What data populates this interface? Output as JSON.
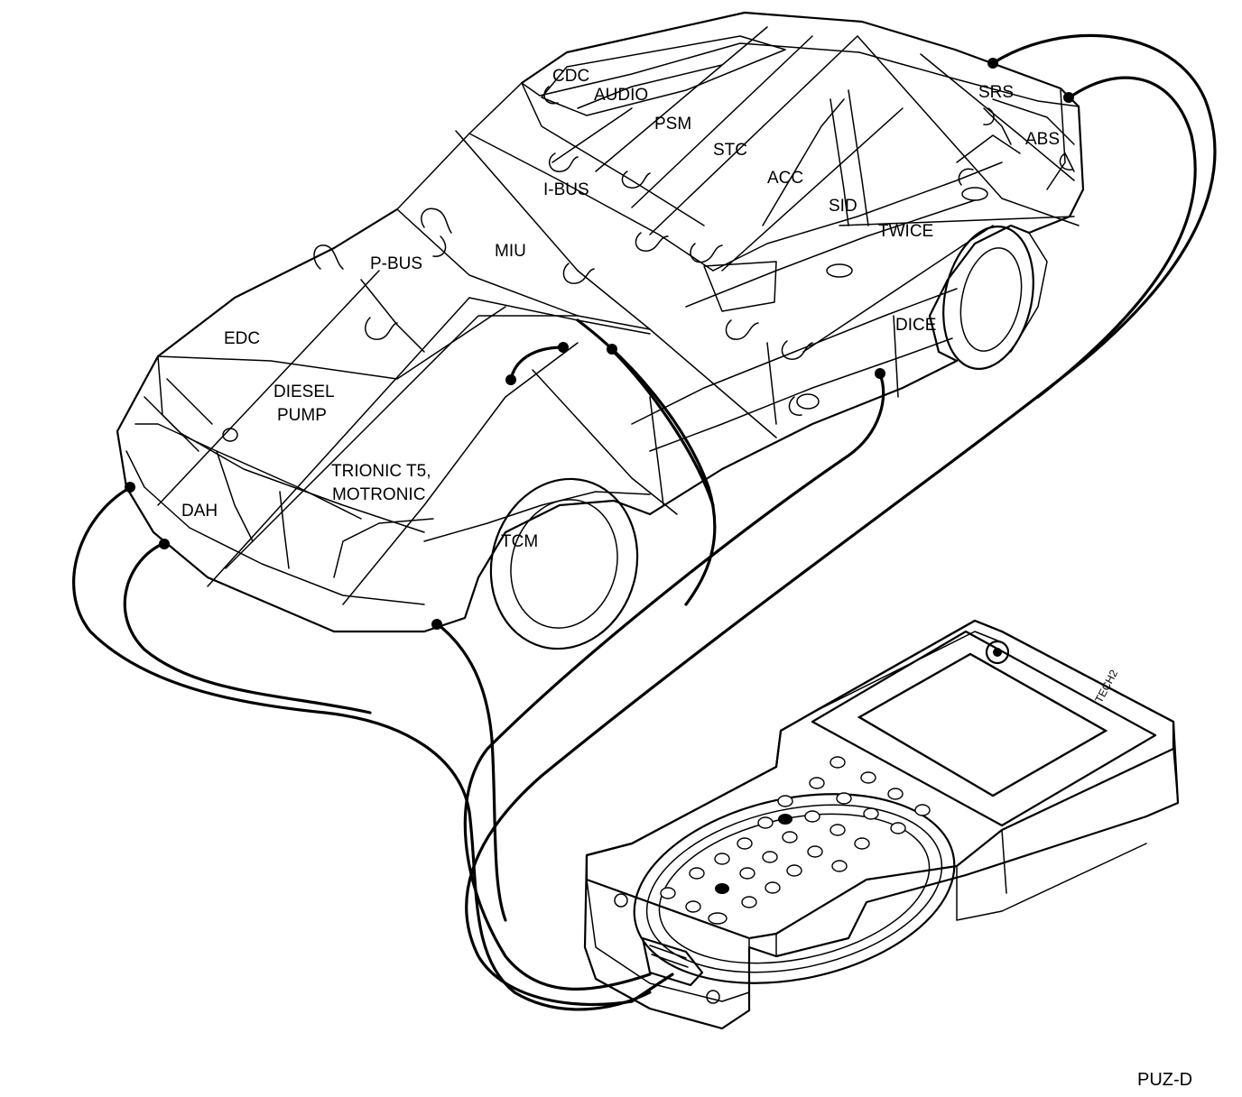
{
  "labels": {
    "cdc": "CDC",
    "audio": "AUDIO",
    "psm": "PSM",
    "srs": "SRS",
    "abs": "ABS",
    "stc": "STC",
    "acc": "ACC",
    "ibus": "I-BUS",
    "sid": "SID",
    "twice": "TWICE",
    "pbus": "P-BUS",
    "miu": "MIU",
    "edc": "EDC",
    "dice": "DICE",
    "diesel": "DIESEL",
    "pump": "PUMP",
    "trionic": "TRIONIC T5,",
    "motronic": "MOTRONIC",
    "dah": "DAH",
    "tcm": "TCM",
    "tech_brand": "TECH2"
  },
  "figure_code": "PUZ-D"
}
